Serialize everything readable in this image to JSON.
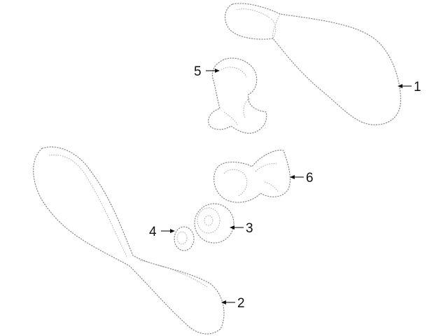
{
  "callouts": {
    "c1": "1",
    "c2": "2",
    "c3": "3",
    "c4": "4",
    "c5": "5",
    "c6": "6"
  },
  "colors": {
    "outline": "#8a8a8a",
    "text": "#111111",
    "background": "#ffffff"
  }
}
